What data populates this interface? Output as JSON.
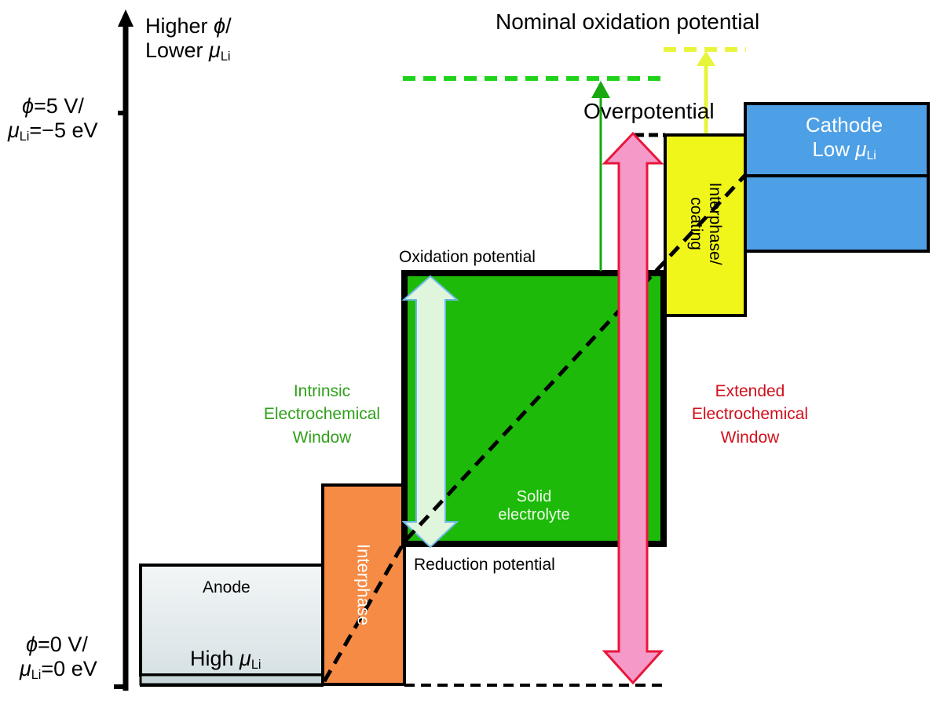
{
  "axis": {
    "top_label_line1": "Higher ",
    "top_label_phi": "ϕ",
    "top_label_line1_suffix": "/",
    "top_label_line2": "Lower ",
    "mu": "μ",
    "li": "Li",
    "tick_5_phi": "=5 V/",
    "tick_5_mu": "=−5 eV",
    "tick_0_phi": "=0 V/",
    "tick_0_mu": "=0 eV"
  },
  "labels": {
    "nominal_oxidation": "Nominal oxidation potential",
    "overpotential": "Overpotential",
    "oxidation_potential": "Oxidation potential",
    "reduction_potential": "Reduction potential",
    "anode": "Anode",
    "high_mu": "High ",
    "interphase": "Interphase",
    "interphase_coating_1": "Interphase/",
    "interphase_coating_2": "coating",
    "cathode": "Cathode",
    "low_mu": "Low ",
    "solid_1": "Solid",
    "solid_2": "electrolyte",
    "intrinsic_1": "Intrinsic",
    "intrinsic_2": "Electrochemical",
    "intrinsic_3": "Window",
    "extended_1": "Extended",
    "extended_2": "Electrochemical",
    "extended_3": "Window"
  },
  "colors": {
    "anode": "#e4ecee",
    "interphase": "#f58b45",
    "electrolyte": "#1dba0a",
    "coating": "#f0f51a",
    "cathode": "#4d9fe6",
    "pink_arrow": "#f59ac8",
    "pink_outline": "#e8163c",
    "intrinsic_text": "#2fa01a",
    "extended_text": "#d0101c",
    "green_dash": "#1fd31a",
    "yellow_dash": "#e8f53a"
  }
}
